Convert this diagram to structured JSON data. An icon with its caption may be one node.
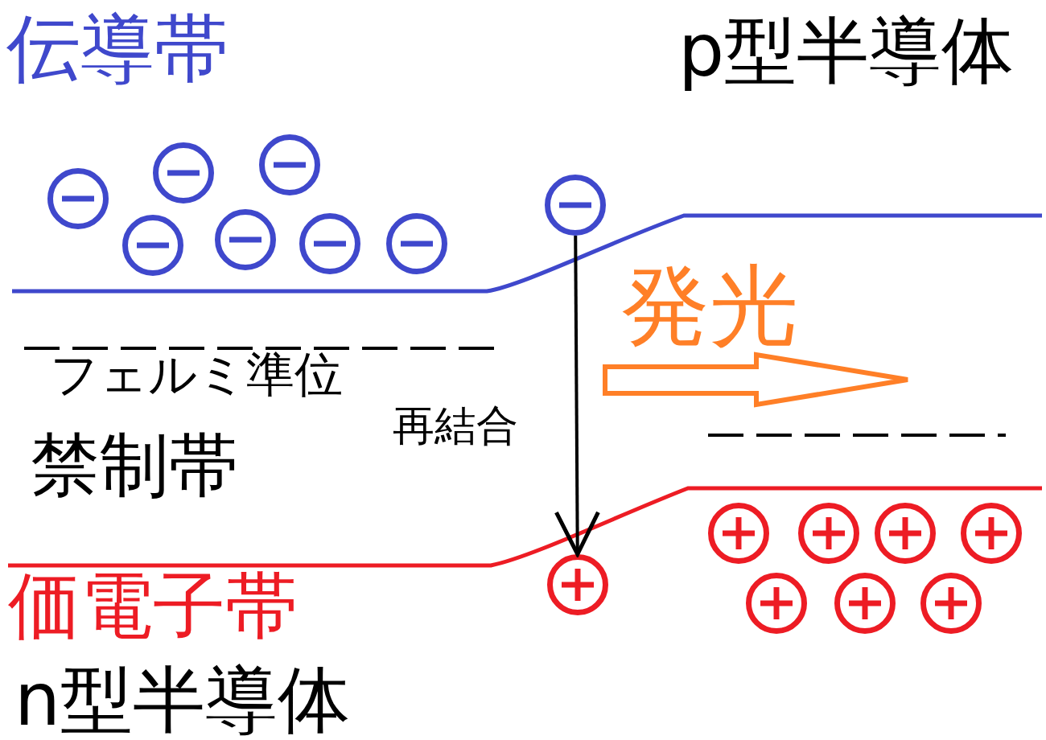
{
  "diagram": {
    "nodes": [
      {
        "text": [],
        "shape": "circle"
      },
      {
        "text": [],
        "shape": "circle"
      },
      {
        "text": [],
        "shape": "circle"
      },
      {
        "text": [],
        "shape": "circle"
      },
      {
        "text": [],
        "shape": "circle"
      },
      {
        "text": [],
        "shape": "circle"
      },
      {
        "text": [],
        "shape": "circle"
      },
      {
        "text": [],
        "shape": "circle"
      },
      {
        "text": [],
        "shape": "circle"
      },
      {
        "text": [],
        "shape": "circle"
      },
      {
        "text": [],
        "shape": "circle"
      },
      {
        "text": [],
        "shape": "circle"
      },
      {
        "text": [],
        "shape": "circle"
      },
      {
        "text": [],
        "shape": "circle"
      },
      {
        "text": [],
        "shape": "circle"
      },
      {
        "text": [],
        "shape": "circle"
      }
    ],
    "edges": [
      {
        "from": 7,
        "to": 8,
        "arrow": "to",
        "label": "再結合"
      }
    ],
    "labels": [
      "伝導帯",
      "p型半導体",
      "フェルミ準位",
      "禁制帯",
      "発光",
      "価電子帯",
      "n型半導体"
    ]
  }
}
